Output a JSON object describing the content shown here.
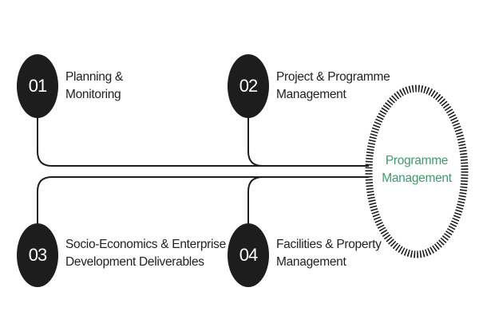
{
  "hub": {
    "line1": "Programme",
    "line2": "Management"
  },
  "nodes": [
    {
      "number": "01",
      "line1": "Planning &",
      "line2": "Monitoring"
    },
    {
      "number": "02",
      "line1": "Project & Programme",
      "line2": "Management"
    },
    {
      "number": "03",
      "line1": "Socio-Economics & Enterprise",
      "line2": "Development Deliverables"
    },
    {
      "number": "04",
      "line1": "Facilities & Property",
      "line2": "Management"
    }
  ],
  "colors": {
    "node_fill": "#1d1d1d",
    "line": "#1d1d1d",
    "hub_ring": "#1d1d1d",
    "hub_text": "#3f9a6e"
  }
}
